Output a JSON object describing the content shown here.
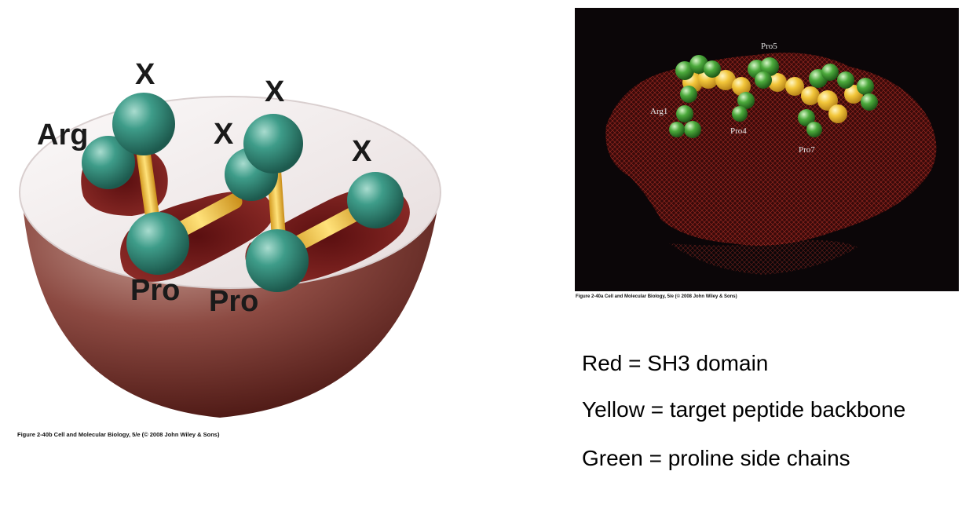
{
  "left_figure": {
    "labels": {
      "arg": "Arg",
      "x_top": "X",
      "x_mid": "X",
      "x_upper_right": "X",
      "x_right": "X",
      "pro_1": "Pro",
      "pro_2": "Pro"
    },
    "caption": "Figure 2-40b  Cell and Molecular Biology, 5/e (© 2008 John Wiley & Sons)"
  },
  "right_figure": {
    "labels": {
      "arg1": "Arg1",
      "pro4": "Pro4",
      "pro5": "Pro5",
      "pro7": "Pro7"
    },
    "caption": "Figure 2-40a  Cell and Molecular Biology, 5/e (© 2008 John Wiley & Sons)"
  },
  "legend": {
    "red": "Red = SH3 domain",
    "yellow": "Yellow = target peptide backbone",
    "green": "Green = proline side chains"
  },
  "colors": {
    "domain_red": "#c0282a",
    "backbone_yellow": "#f2c63a",
    "proline_green": "#3c9a3c",
    "sphere_teal": "#3f9a88",
    "bowl_brown": "#7e3a33"
  }
}
